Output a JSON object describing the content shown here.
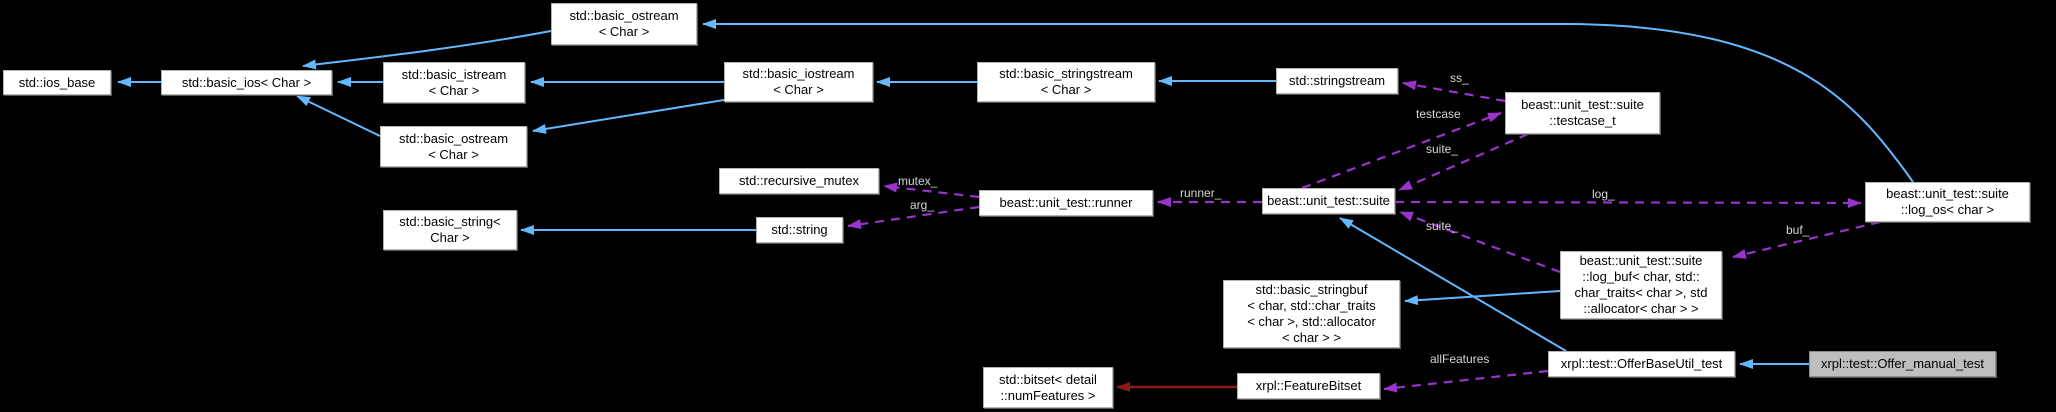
{
  "diagram": {
    "type": "doxygen-collaboration-graph",
    "background": "#000000",
    "colors": {
      "inheritance_edge": "#63b8ff",
      "usage_edge": "#9a32cd",
      "private_inheritance_edge": "#8b1a1a",
      "node_fill": "#ffffff",
      "node_border": "#b4b4b4",
      "highlight_fill": "#bebebe",
      "edge_label_color": "#d6d6d6"
    },
    "nodes": {
      "ios_base": {
        "lines": [
          "std::ios_base"
        ]
      },
      "basic_ios": {
        "lines": [
          "std::basic_ios< Char >"
        ]
      },
      "basic_istream": {
        "lines": [
          "std::basic_istream",
          "< Char >"
        ]
      },
      "basic_ostream_top": {
        "lines": [
          "std::basic_ostream",
          "< Char >"
        ]
      },
      "basic_ostream_mid": {
        "lines": [
          "std::basic_ostream",
          "< Char >"
        ]
      },
      "basic_iostream": {
        "lines": [
          "std::basic_iostream",
          "< Char >"
        ]
      },
      "basic_stringstream": {
        "lines": [
          "std::basic_stringstream",
          "< Char >"
        ]
      },
      "stringstream": {
        "lines": [
          "std::stringstream"
        ]
      },
      "testcase_t": {
        "lines": [
          "beast::unit_test::suite",
          "::testcase_t"
        ]
      },
      "recursive_mutex": {
        "lines": [
          "std::recursive_mutex"
        ]
      },
      "std_string": {
        "lines": [
          "std::string"
        ]
      },
      "runner": {
        "lines": [
          "beast::unit_test::runner"
        ]
      },
      "suite": {
        "lines": [
          "beast::unit_test::suite"
        ]
      },
      "log_os": {
        "lines": [
          "beast::unit_test::suite",
          "::log_os< char >"
        ]
      },
      "basic_string": {
        "lines": [
          "std::basic_string<",
          "Char >"
        ]
      },
      "log_buf": {
        "lines": [
          "beast::unit_test::suite",
          "::log_buf< char, std::",
          "char_traits< char >, std",
          "::allocator< char > >"
        ]
      },
      "basic_stringbuf": {
        "lines": [
          "std::basic_stringbuf",
          "< char, std::char_traits",
          "< char >, std::allocator",
          "< char > >"
        ]
      },
      "offer_base_util": {
        "lines": [
          "xrpl::test::OfferBaseUtil_test"
        ]
      },
      "offer_manual": {
        "lines": [
          "xrpl::test::Offer_manual_test"
        ]
      },
      "bitset": {
        "lines": [
          "std::bitset< detail",
          "::numFeatures >"
        ]
      },
      "feature_bitset": {
        "lines": [
          "xrpl::FeatureBitset"
        ]
      }
    },
    "edge_labels": {
      "ss": "ss_",
      "testcase": "testcase",
      "suite_upper": "suite_",
      "suite_lower": "suite_",
      "mutex": "mutex_",
      "arg": "arg_",
      "runner": "runner_",
      "log": "log_",
      "buf": "buf_",
      "all_features": "allFeatures"
    }
  }
}
